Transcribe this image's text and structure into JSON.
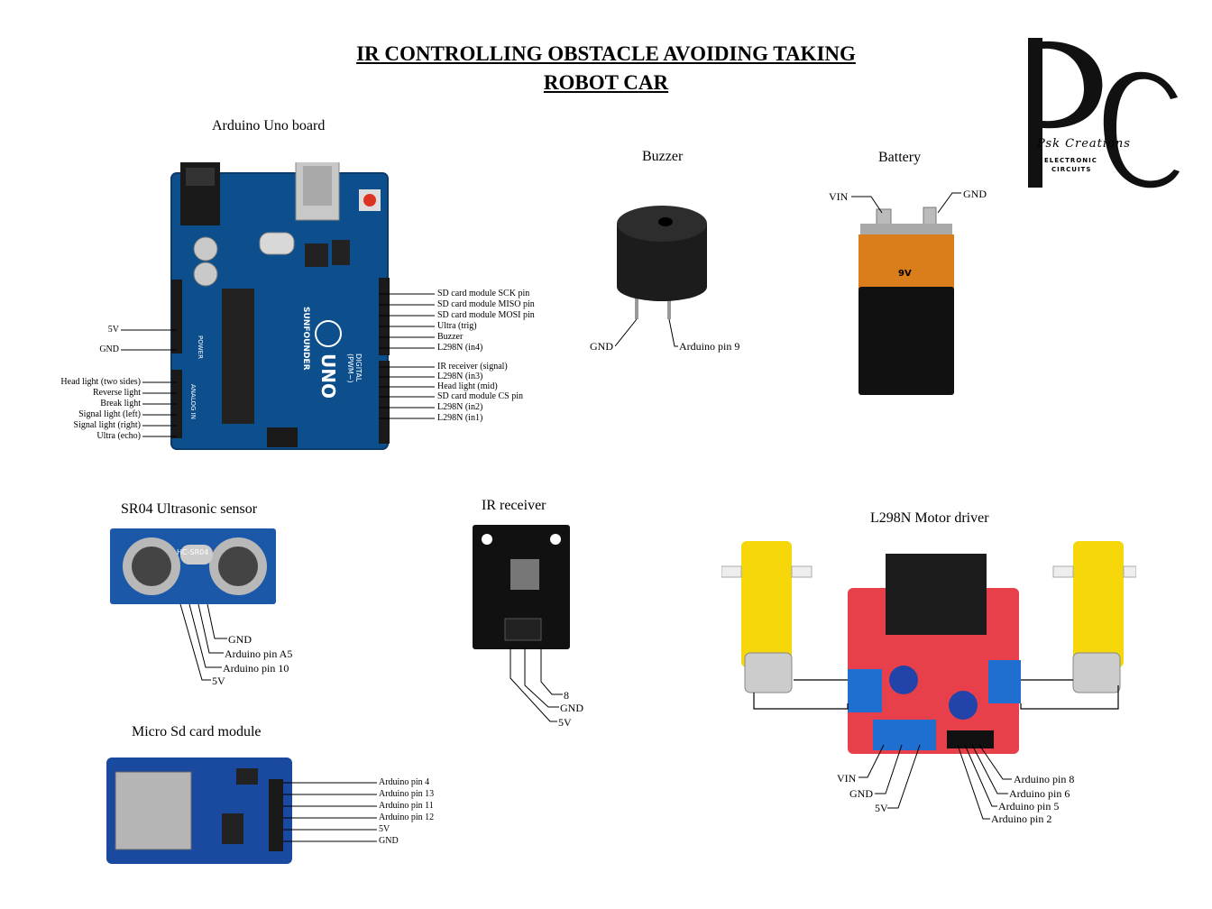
{
  "title": {
    "line1": "IR CONTROLLING  OBSTACLE AVOIDING TAKING",
    "line2": "ROBOT CAR"
  },
  "logo": {
    "tagline": "Psk Creations",
    "subtitle_line1": "ELECTRONIC",
    "subtitle_line2": "CIRCUITS"
  },
  "arduino": {
    "title": "Arduino Uno board",
    "board_text": {
      "brand": "SUNFOUNDER",
      "model": "UNO",
      "digital": "DIGITAL (PWM~)",
      "analog": "ANALOG IN",
      "power": "POWER"
    },
    "left_labels": [
      "5V",
      "GND",
      "Head  light (two  sides)",
      "Reverse  light",
      "Break  light",
      "Signal light (left)",
      "Signal light (right)",
      "Ultra (echo)"
    ],
    "right_labels": [
      "SD card module SCK pin",
      "SD card module MISO pin",
      "SD card module MOSI pin",
      "Ultra (trig)",
      "Buzzer",
      "L298N  (in4)",
      "IR receiver  (signal)",
      "L298N (in3)",
      "Head  light (mid)",
      "SD card  module CS pin",
      "L298N (in2)",
      "L298N (in1)"
    ]
  },
  "buzzer": {
    "title": "Buzzer",
    "labels": [
      "GND",
      "Arduino pin 9"
    ]
  },
  "battery": {
    "title": "Battery",
    "labels": [
      "VIN",
      "GND"
    ],
    "voltage": "9V"
  },
  "ultrasonic": {
    "title": "SR04 Ultrasonic sensor",
    "chip": "HC-SR04",
    "labels": [
      "GND",
      "Arduino pin A5",
      "Arduino pin 10",
      "5V"
    ]
  },
  "ir": {
    "title": "IR receiver",
    "labels": [
      "8",
      "GND",
      "5V"
    ]
  },
  "l298n": {
    "title": "L298N Motor driver",
    "labels_left": [
      "VIN",
      "GND",
      "5V"
    ],
    "labels_right": [
      "Arduino pin 8",
      "Arduino pin 6",
      "Arduino pin 5",
      "Arduino pin 2"
    ]
  },
  "sd": {
    "title": "Micro Sd card module",
    "labels": [
      "Arduino pin 4",
      "Arduino pin 13",
      "Arduino pin 11",
      "Arduino pin 12",
      "5V",
      "GND"
    ]
  }
}
